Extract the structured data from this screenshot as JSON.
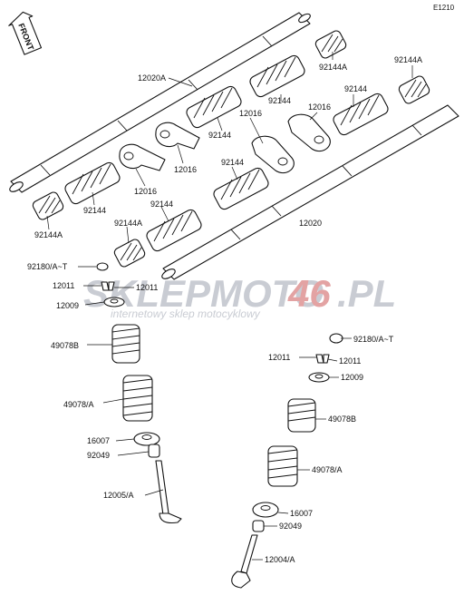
{
  "diagram_code": "E1210",
  "front_label": "FRONT",
  "watermark": {
    "brand_a": "SKLEPMOTO",
    "brand_num": "46",
    "brand_tld": ".PL",
    "tagline": "internetowy sklep motocyklowy",
    "color_a": "#c9ccd3",
    "color_num": "#e3a3a3"
  },
  "labels": {
    "shaft_upper": "12020A",
    "shaft_lower": "12020",
    "spring_92144a_tl": "92144A",
    "spring_92144a_tr": "92144A",
    "spring_92144a_bl": "92144A",
    "spring_92144a_mid": "92144A",
    "spring_92144_1": "92144",
    "spring_92144_2": "92144",
    "spring_92144_3": "92144",
    "spring_92144_4": "92144",
    "spring_92144_5": "92144",
    "spring_92144_6": "92144",
    "arm_12016_1": "12016",
    "arm_12016_2": "12016",
    "arm_12016_3": "12016",
    "arm_12016_4": "12016",
    "shim_left": "92180/A~T",
    "shim_right": "92180/A~T",
    "key_left_a": "12011",
    "key_left_b": "12011",
    "key_right": "12011",
    "retainer_left": "12009",
    "retainer_right": "12009",
    "inner_spring_left": "49078B",
    "inner_spring_right": "49078B",
    "outer_spring_left": "49078/A",
    "outer_spring_right": "49078/A",
    "seat_left": "16007",
    "seat_right": "16007",
    "seal_left": "92049",
    "seal_right": "92049",
    "valve_intake": "12005/A",
    "valve_exhaust": "12004/A"
  }
}
